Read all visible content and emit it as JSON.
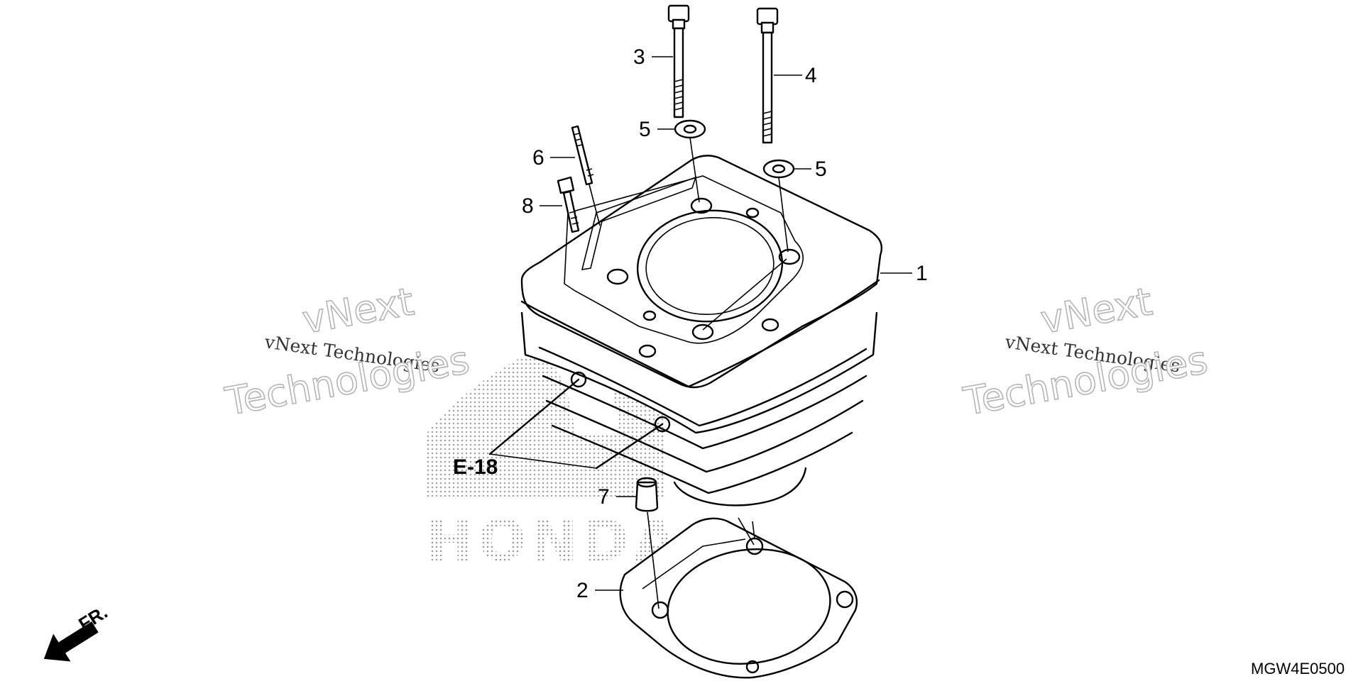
{
  "callouts": {
    "c1": "1",
    "c2": "2",
    "c3": "3",
    "c4": "4",
    "c5a": "5",
    "c5b": "5",
    "c6": "6",
    "c7": "7",
    "c8": "8"
  },
  "reference": "E-18",
  "front_label": "FR.",
  "diagram_code": "MGW4E0500",
  "watermarks": {
    "small_text": "vNext Technologies",
    "big_line1": "vNext",
    "big_line2": "Technologies"
  },
  "background_logo_text": "HONDA"
}
